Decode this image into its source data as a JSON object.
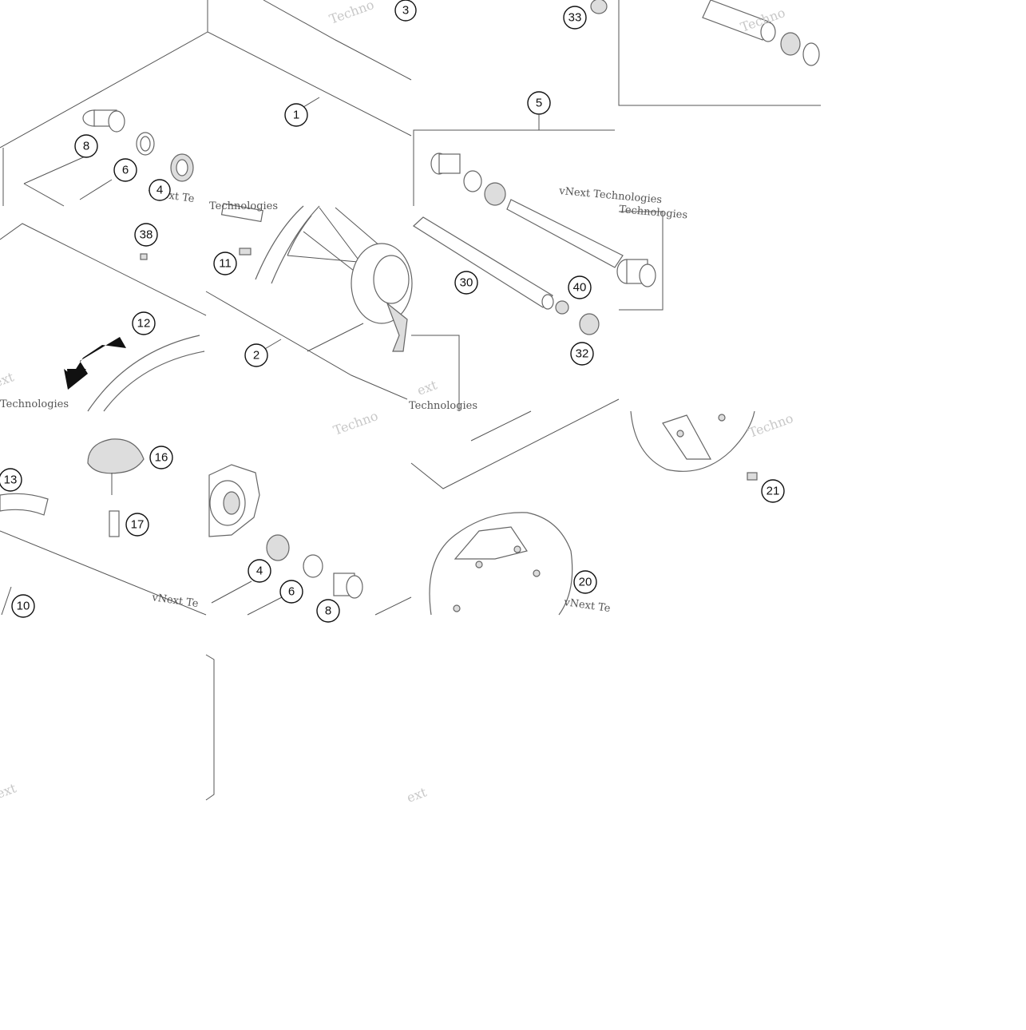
{
  "diagram": {
    "callouts": [
      "1",
      "2",
      "4",
      "5",
      "6",
      "8",
      "10",
      "11",
      "12",
      "13",
      "16",
      "17",
      "20",
      "21",
      "30",
      "32",
      "33",
      "38",
      "40",
      "3",
      "4",
      "6",
      "8"
    ],
    "watermark": {
      "brand": "vNext Technologies",
      "short": "Techno",
      "vnext": "vNext Te",
      "tech": "Technologies",
      "frag": "ext"
    }
  }
}
